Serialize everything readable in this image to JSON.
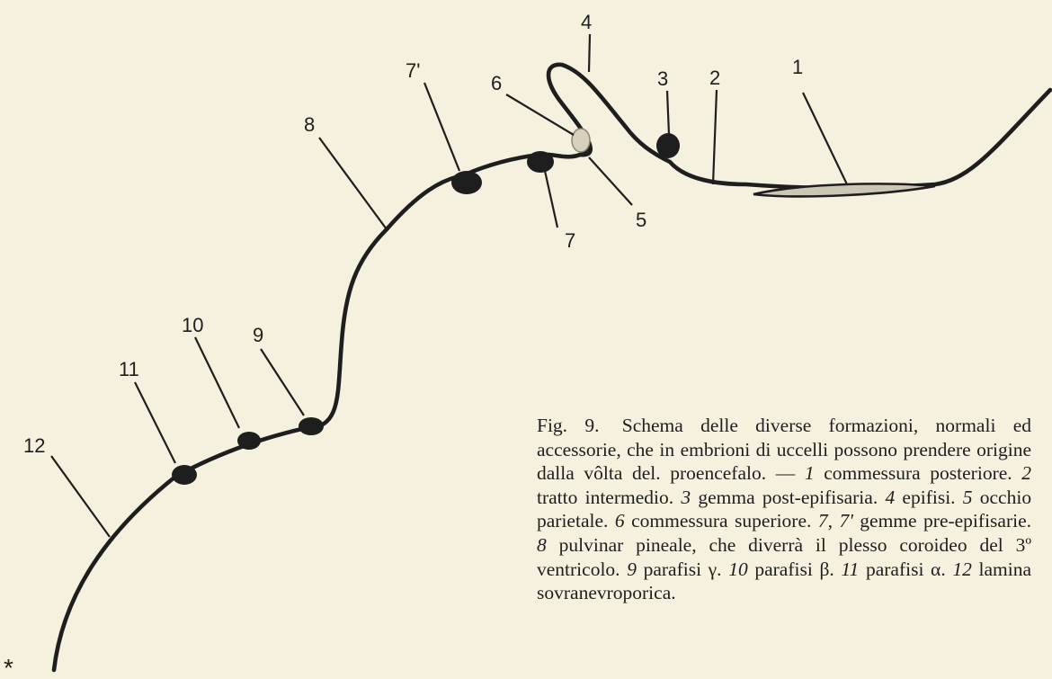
{
  "figure": {
    "labels": {
      "l1": "1",
      "l2": "2",
      "l3": "3",
      "l4": "4",
      "l5": "5",
      "l6": "6",
      "l7": "7",
      "l7p": "7'",
      "l8": "8",
      "l9": "9",
      "l10": "10",
      "l11": "11",
      "l12": "12",
      "asterisk": "*"
    }
  },
  "caption": {
    "title": "Fig. 9.",
    "intro": "Schema delle diverse formazioni, normali ed accessorie, che in embrioni di uccelli possono prendere origine dalla vôlta del. proencefalo. —",
    "items": [
      {
        "num": "1",
        "text": "commessura posteriore."
      },
      {
        "num": "2",
        "text": "tratto intermedio."
      },
      {
        "num": "3",
        "text": "gemma post-epifisaria."
      },
      {
        "num": "4",
        "text": "epifisi."
      },
      {
        "num": "5",
        "text": "occhio parietale."
      },
      {
        "num": "6",
        "text": "commessura superiore."
      },
      {
        "num": "7, 7'",
        "text": "gemme pre-epifisarie."
      },
      {
        "num": "8",
        "text": "pulvinar pineale, che diverrà il plesso coroideo del 3º ventricolo."
      },
      {
        "num": "9",
        "text": "parafisi γ."
      },
      {
        "num": "10",
        "text": "parafisi β."
      },
      {
        "num": "11",
        "text": "parafisi α."
      },
      {
        "num": "12",
        "text": "lamina sovranevroporica."
      }
    ]
  }
}
